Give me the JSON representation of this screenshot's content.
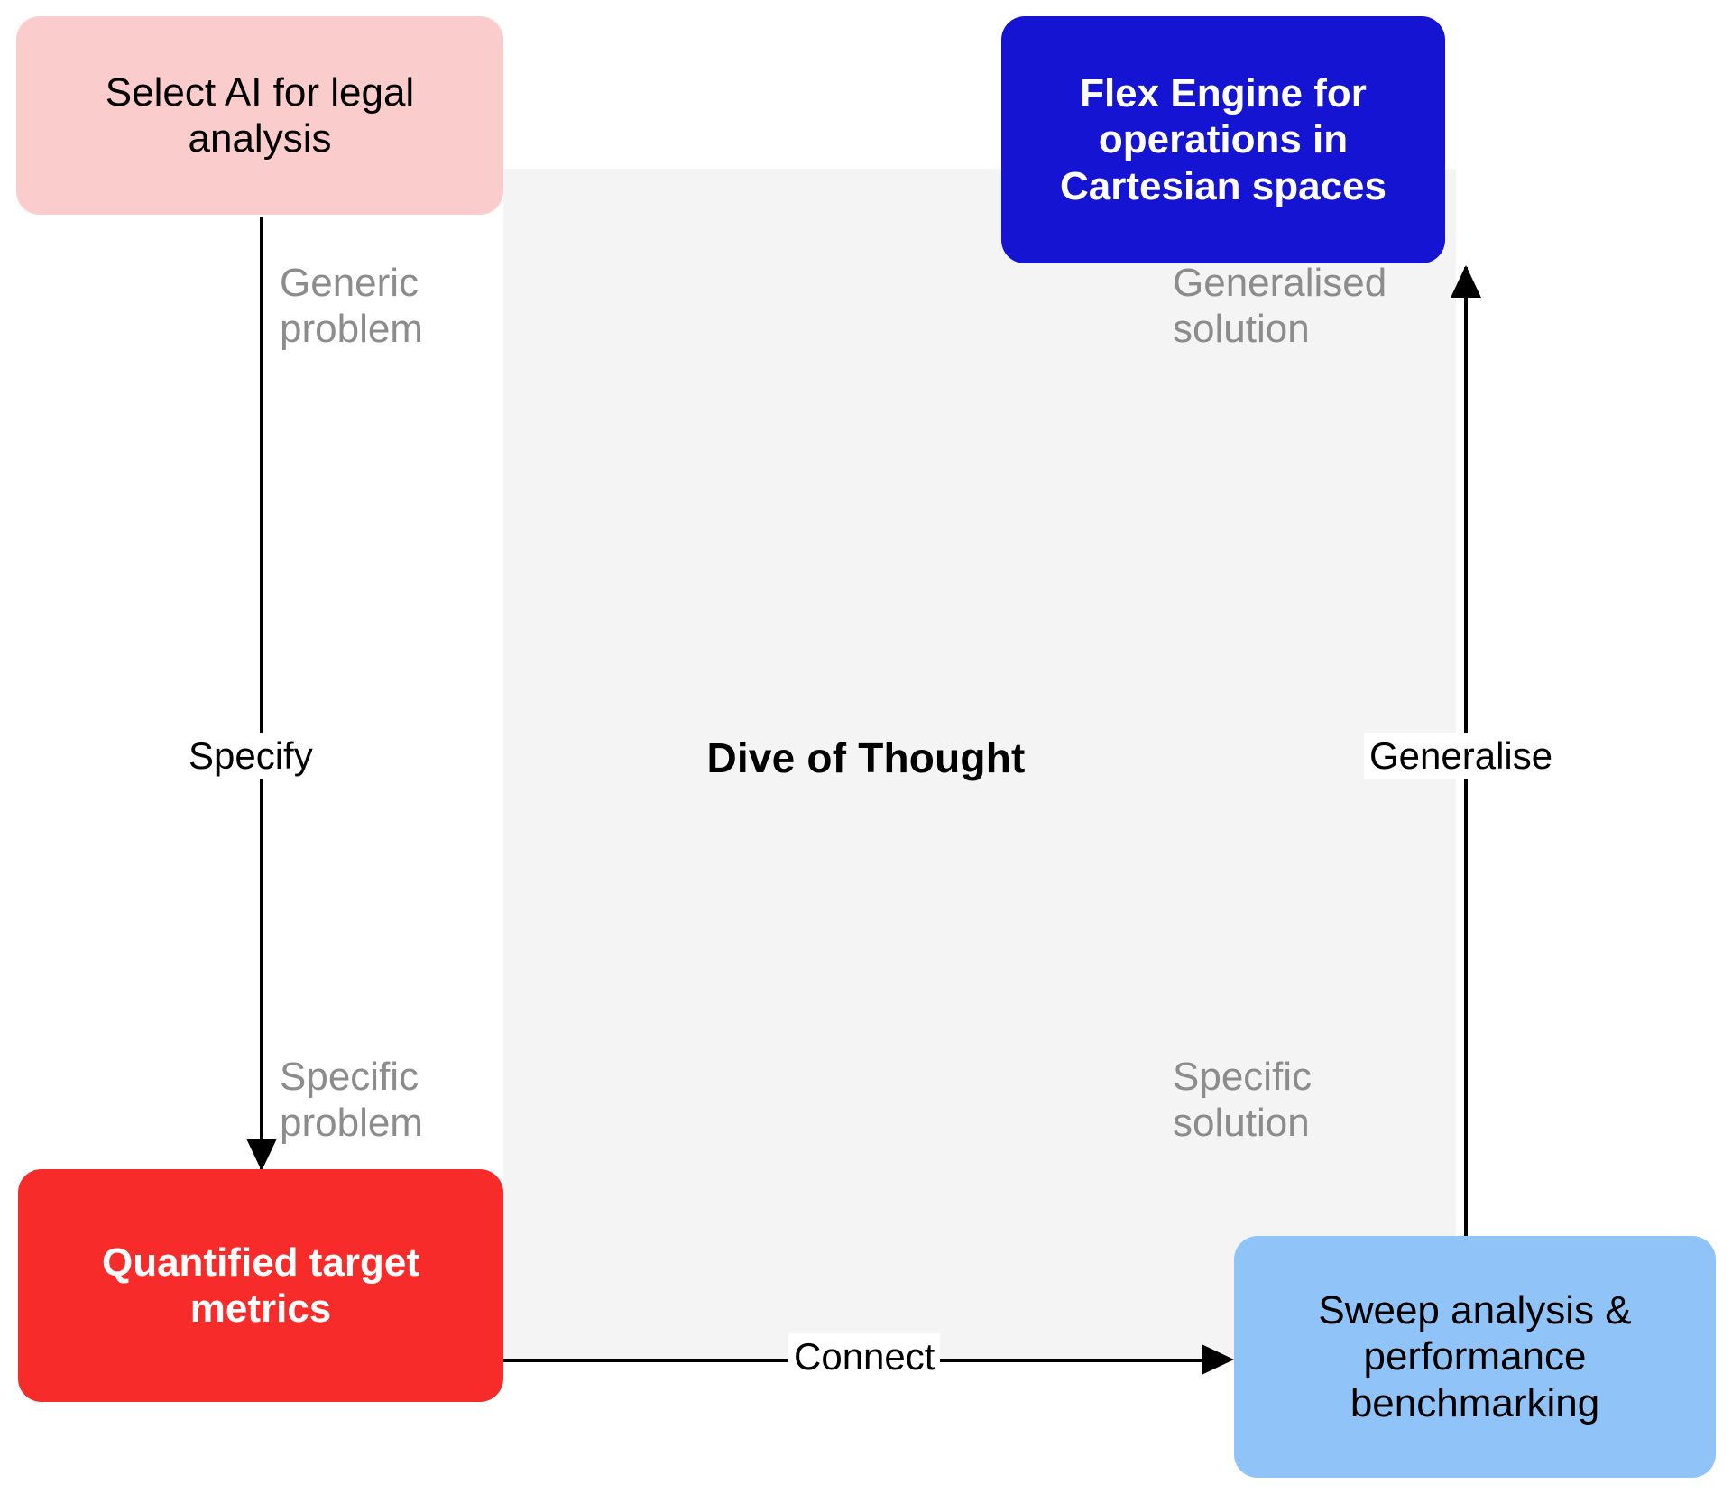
{
  "diagram": {
    "center_label": "Dive of Thought",
    "nodes": [
      {
        "id": "generic-problem",
        "text": "Select AI for legal analysis",
        "color": "#fbcccc",
        "text_color": "#000000"
      },
      {
        "id": "generalised-solution",
        "text": "Flex Engine for operations in Cartesian spaces",
        "color": "#1414d2",
        "text_color": "#ffffff"
      },
      {
        "id": "specific-problem",
        "text": "Quantified target metrics",
        "color": "#f82b2b",
        "text_color": "#ffffff"
      },
      {
        "id": "specific-solution",
        "text": "Sweep analysis & performance benchmarking",
        "color": "#90c4f8",
        "text_color": "#000000"
      }
    ],
    "corner_labels": {
      "generic_problem": "Generic\nproblem",
      "generalised_solution": "Generalised\nsolution",
      "specific_problem": "Specific\nproblem",
      "specific_solution": "Specific\nsolution",
      "color": "#8c8c8c"
    },
    "edges": [
      {
        "id": "specify",
        "label": "Specify",
        "from": "generic-problem",
        "to": "specific-problem",
        "direction": "down"
      },
      {
        "id": "connect",
        "label": "Connect",
        "from": "specific-problem",
        "to": "specific-solution",
        "direction": "right"
      },
      {
        "id": "generalise",
        "label": "Generalise",
        "from": "specific-solution",
        "to": "generalised-solution",
        "direction": "up"
      }
    ],
    "panel_color": "#f4f4f4",
    "background_color": "#ffffff"
  }
}
